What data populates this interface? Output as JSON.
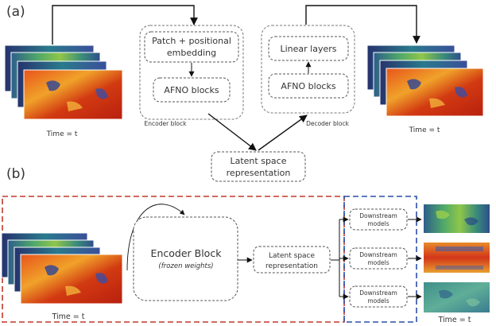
{
  "part_a": {
    "label": "(a)",
    "input_time": "Time = t",
    "output_time": "Time = t",
    "encoder": {
      "caption": "Encoder block",
      "patch_line1": "Patch + positional",
      "patch_line2": "embedding",
      "afno": "AFNO blocks"
    },
    "decoder": {
      "caption": "Decoder block",
      "linear": "Linear layers",
      "afno": "AFNO blocks"
    },
    "latent_line1": "Latent space",
    "latent_line2": "representation"
  },
  "part_b": {
    "label": "(b)",
    "input_time": "Time = t",
    "output_time": "Time = t",
    "encoder_title": "Encoder Block",
    "encoder_subtitle": "(frozen weights)",
    "latent_line1": "Latent space",
    "latent_line2": "representation",
    "downstream": [
      {
        "line1": "Downstream",
        "line2": "models"
      },
      {
        "line1": "Downstream",
        "line2": "models"
      },
      {
        "line1": "Downstream",
        "line2": "models"
      }
    ]
  },
  "colors": {
    "frozen_region": "#c0392b",
    "trainable_region": "#2a4fa8"
  }
}
